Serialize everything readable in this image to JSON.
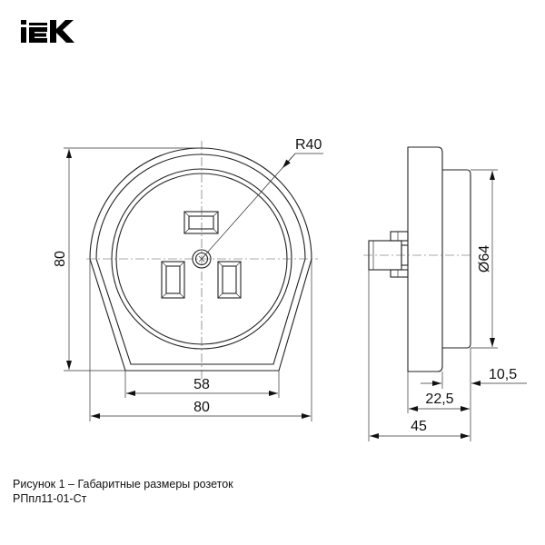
{
  "logo": {
    "text": "IEK"
  },
  "front_view": {
    "dim_height": "80",
    "dim_bottom_width": "58",
    "dim_width": "80",
    "dim_radius": "R40"
  },
  "side_view": {
    "dim_diameter": "Ø64",
    "dim_front_depth": "10,5",
    "dim_mid_depth": "22,5",
    "dim_total_depth": "45"
  },
  "caption": {
    "line1": "Рисунок 1 – Габаритные размеры розеток",
    "line2": "РПпл11-01-Ст"
  }
}
